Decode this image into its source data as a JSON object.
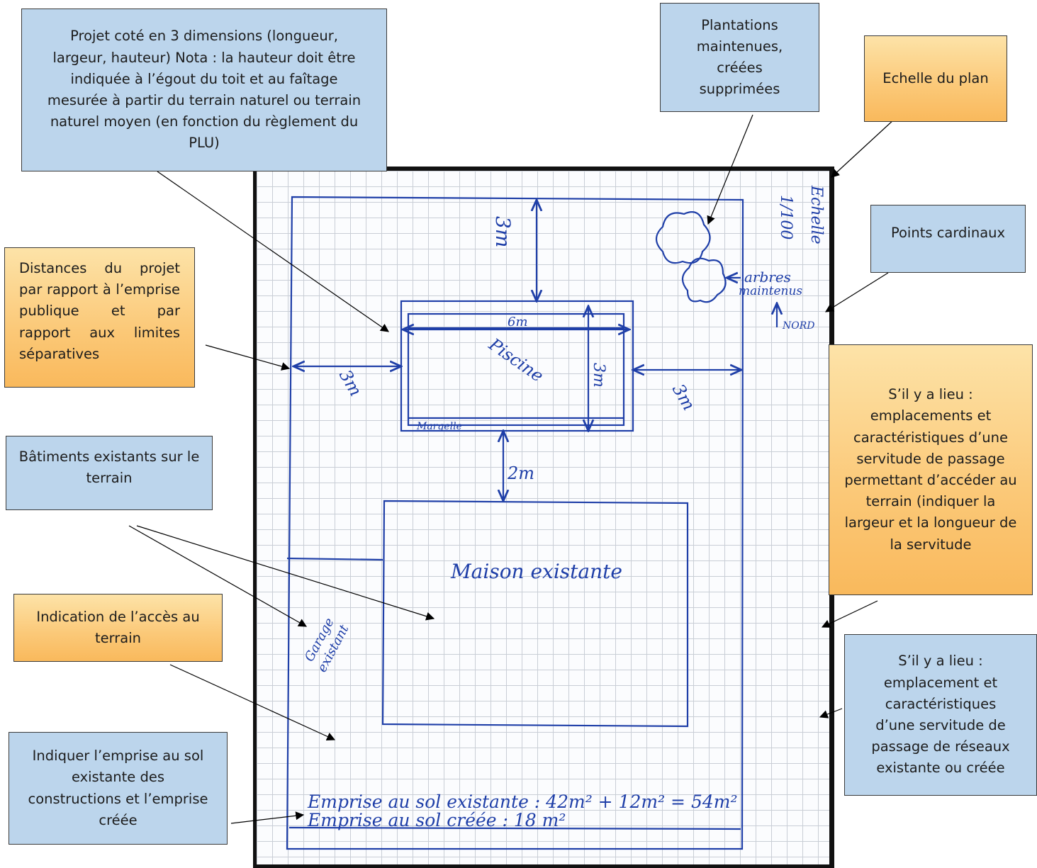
{
  "callouts": {
    "projet_cote": "Projet coté en 3 dimensions (longueur, largeur, hauteur) Nota : la hauteur doit être indiquée à l’égout du toit et au faîtage mesurée à partir du terrain naturel ou terrain naturel moyen (en fonction du règlement du PLU)",
    "plantations": "Plantations maintenues, créées supprimées",
    "echelle": "Echelle du plan",
    "points_cardinaux": "Points cardinaux",
    "distances": "Distances du projet par rapport à l’emprise publique et par rapport aux limites séparatives",
    "batiments": "Bâtiments existants sur le terrain",
    "servitude_passage": "S’il y a lieu : emplacements et caractéristiques d’une servitude de passage permettant d’accéder au terrain (indiquer la largeur et la longueur de la servitude",
    "acces": "Indication de l’accès au terrain",
    "servitude_reseaux": "S’il y a lieu : emplacement et caractéristiques d’une servitude de passage de réseaux existante ou créée",
    "emprise": "Indiquer l’emprise au sol existante des constructions et l’emprise créée"
  },
  "plan": {
    "dim_top": "3m",
    "dim_left": "3m",
    "dim_right": "3m",
    "dim_pool_height": "3m",
    "dim_pool_width": "6m",
    "dim_between": "2m",
    "pool_label": "Piscine",
    "margelle_label": "Margelle",
    "house_label": "Maison existante",
    "garage_label_1": "Garage",
    "garage_label_2": "existant",
    "trees_label_1": "arbres",
    "trees_label_2": "maintenus",
    "north_label": "NORD",
    "scale_word": "Echelle",
    "scale_ratio": "1/100",
    "emprise_existante": "Emprise au sol existante : 42m² + 12m² = 54m²",
    "emprise_creee": "Emprise au sol créée : 18 m²"
  },
  "colors": {
    "ink": "#1f3fa8",
    "callout_blue": "#bcd5ec",
    "callout_orange": "#fbc877"
  }
}
